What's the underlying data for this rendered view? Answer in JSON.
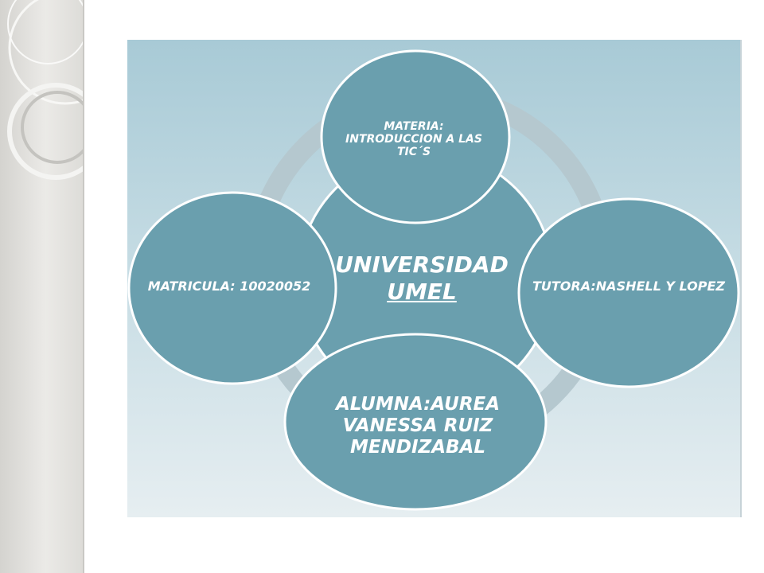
{
  "background": {
    "side_strip_color": "#e2e1de",
    "panel_gradient_top": "#a8cad6",
    "panel_gradient_bottom": "#e6eef1"
  },
  "diagram": {
    "center": {
      "line1": "UNIVERSIDAD",
      "line2": "UMEL",
      "color": "#6a9fae"
    },
    "node_color": "#6a9fae",
    "ring_color": "#b5c8cf",
    "nodes": {
      "top": "MATERIA: INTRODUCCION A LAS TIC´S",
      "left": "MATRICULA: 10020052",
      "right": "TUTORA:NASHELL Y LOPEZ",
      "bottom": "ALUMNA:AUREA VANESSA RUIZ MENDIZABAL"
    }
  }
}
